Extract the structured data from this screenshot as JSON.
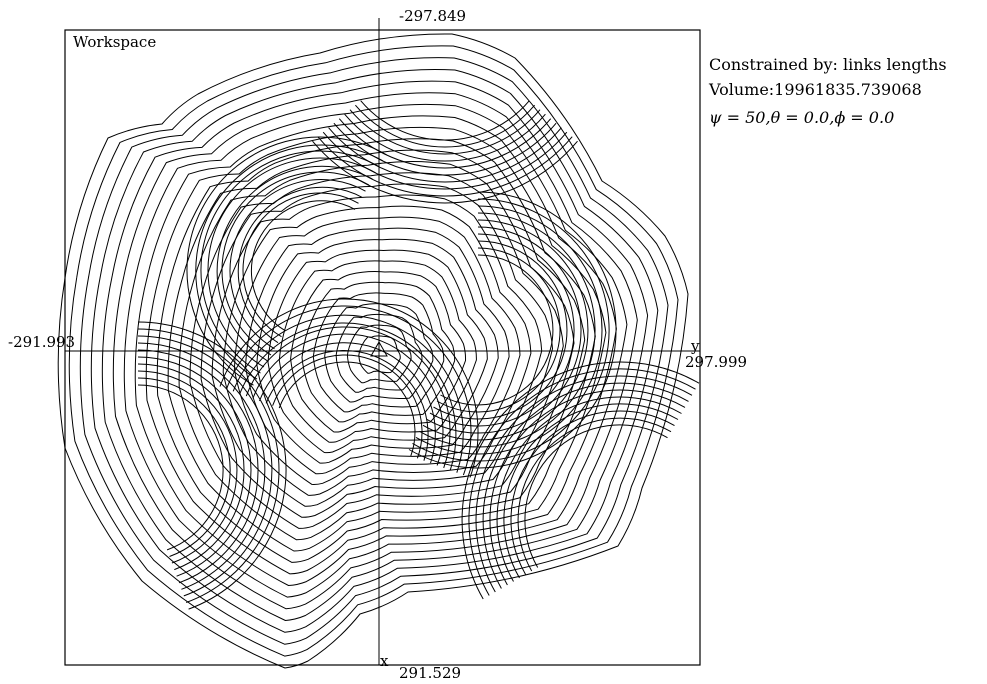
{
  "panel": {
    "title": "Workspace"
  },
  "axes": {
    "x_top_label": "-297.849",
    "x_bottom_label": "291.529",
    "y_left_label": "-291.993",
    "y_right_label": "297.999",
    "x_axis_name": "x",
    "y_axis_name": "y"
  },
  "info": {
    "constraint": "Constrained by: links lengths",
    "volume": "Volume:19961835.739068",
    "angles": "ψ = 50,θ = 0.0,ϕ = 0.0"
  },
  "chart_data": {
    "type": "contour",
    "title": "Workspace",
    "xlim": [
      -297.849,
      291.529
    ],
    "ylim": [
      -291.993,
      297.999
    ],
    "xlabel": "x",
    "ylabel": "y",
    "grid": false,
    "legend": "none",
    "stroke_color": "#000000",
    "background_color": "#ffffff"
  }
}
